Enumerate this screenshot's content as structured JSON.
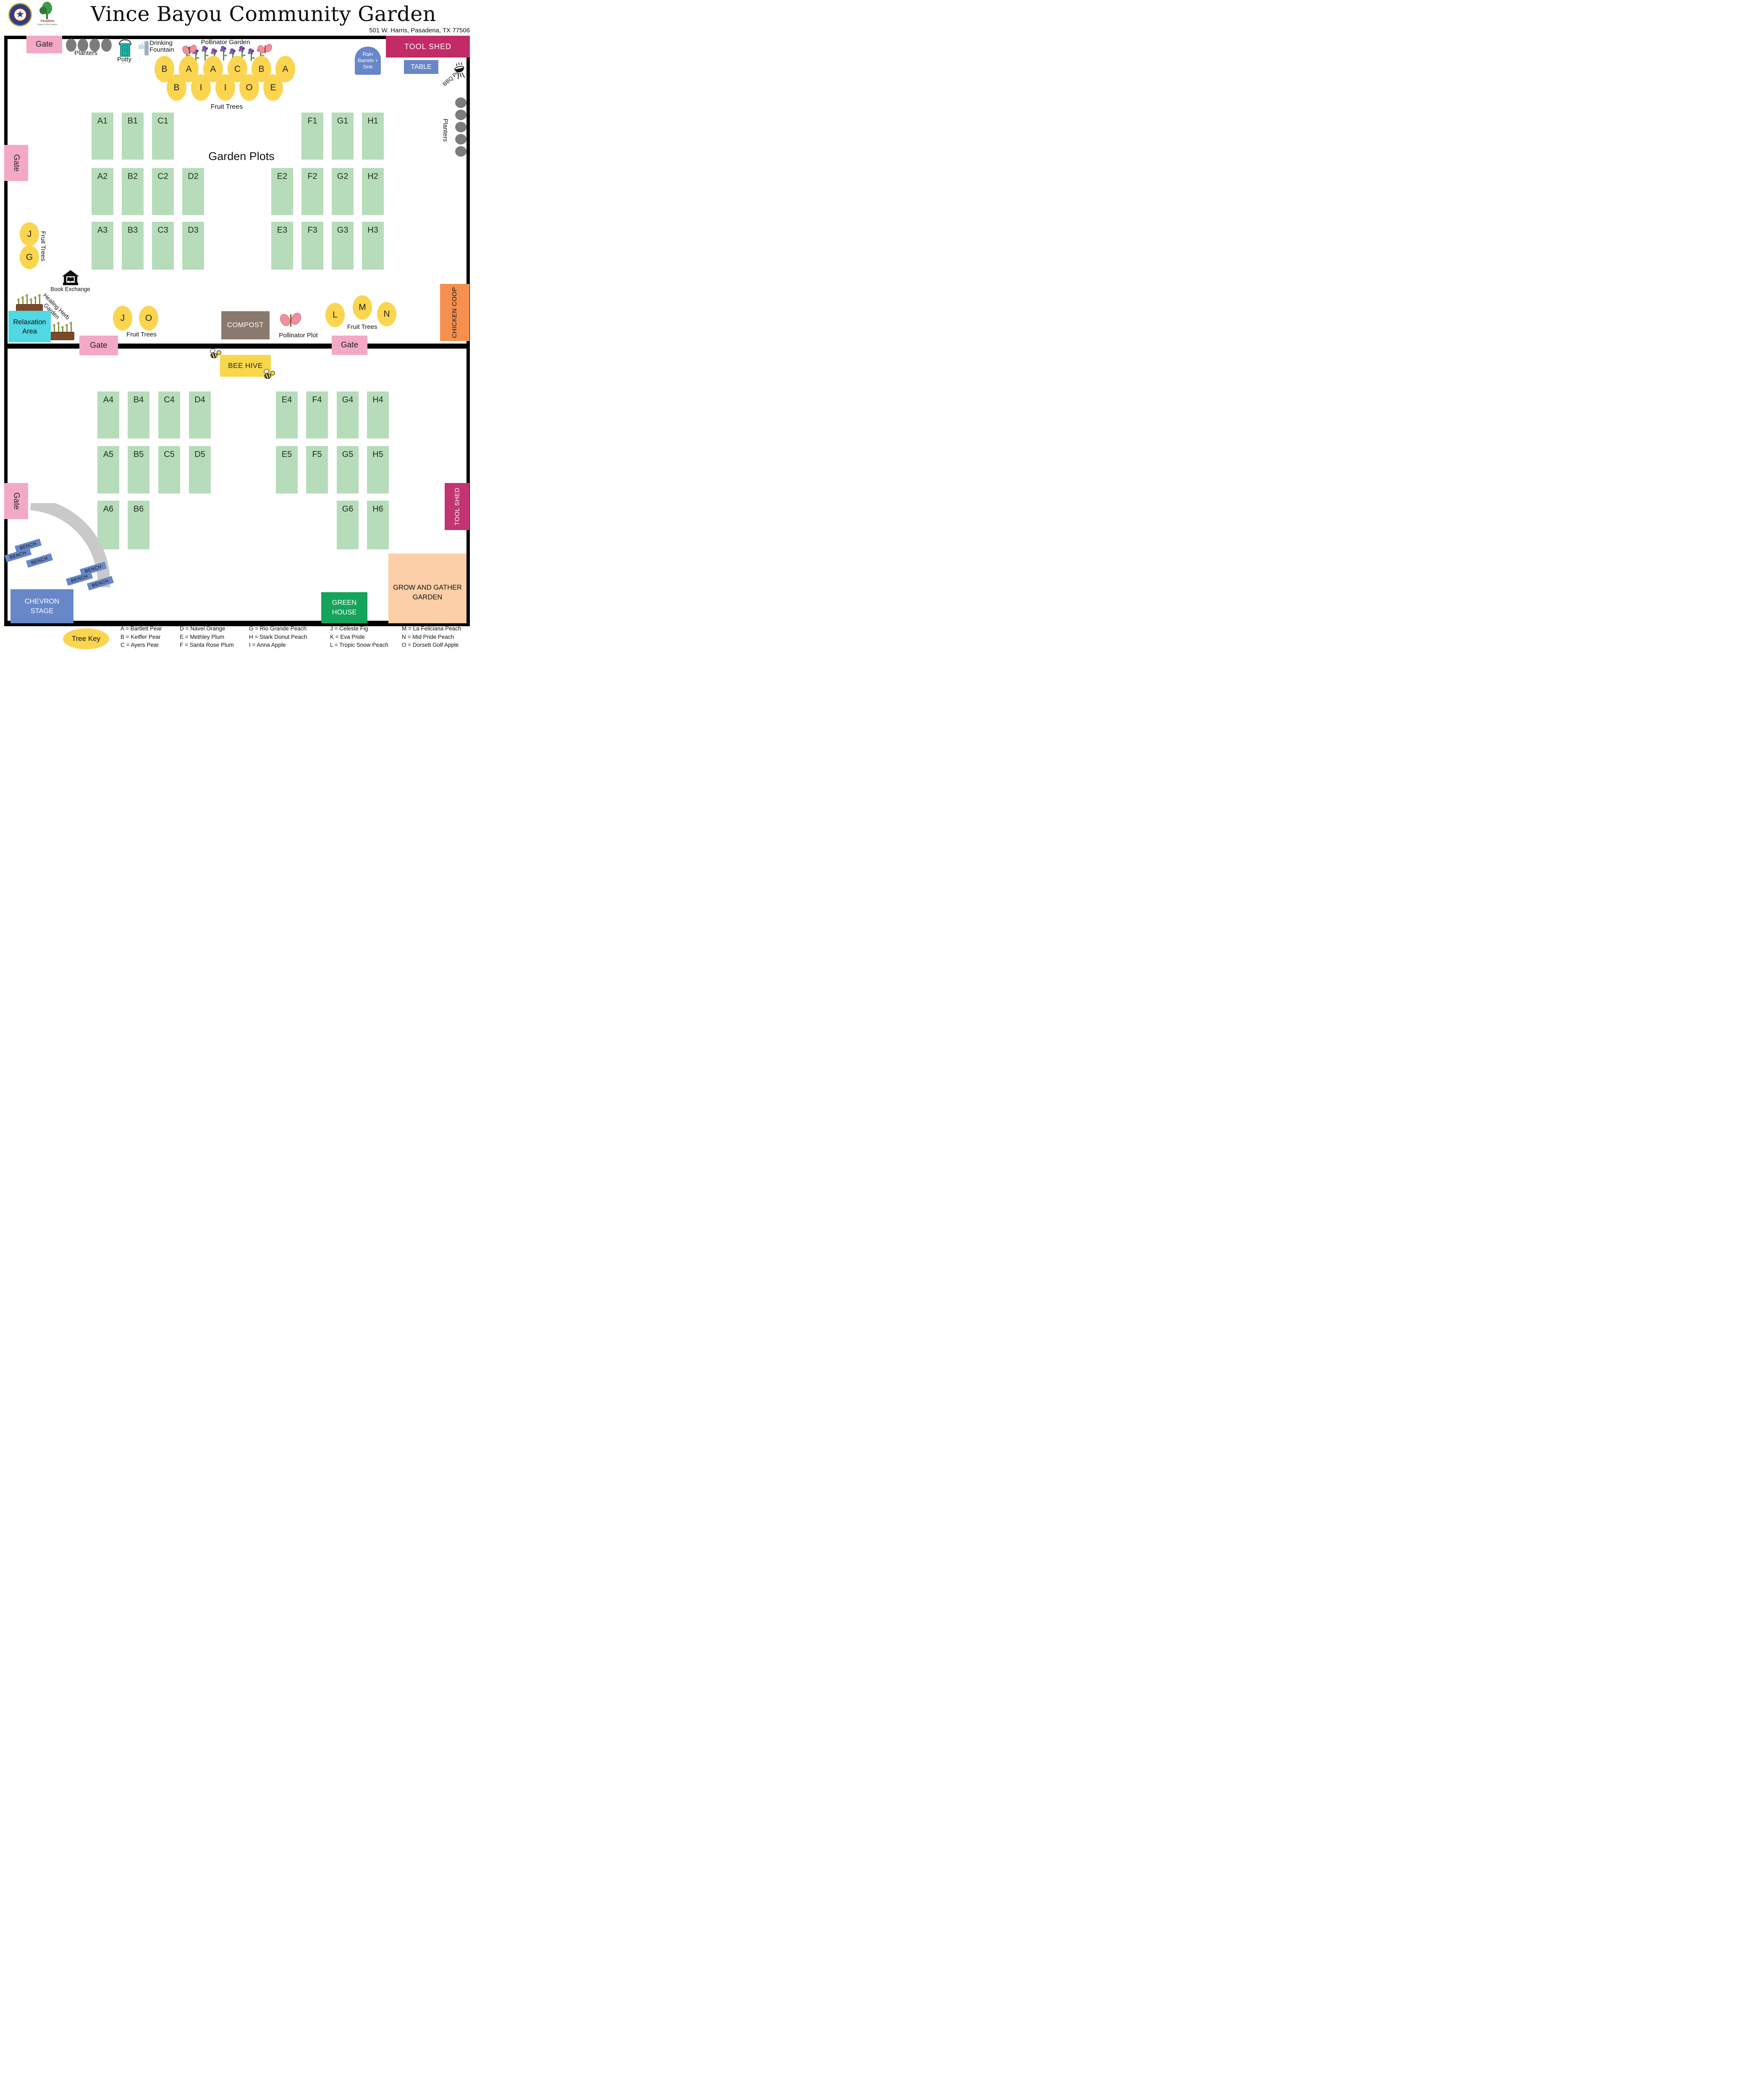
{
  "header": {
    "title": "Vince Bayou Community Garden",
    "address": "501 W. Harris, Pasadena, TX 77506",
    "parks_logo_line1": "Pasadena",
    "parks_logo_line2": "Parks & Recreation"
  },
  "labels": {
    "gate": "Gate",
    "planters": "Planters",
    "potty": "Potty",
    "drinking_fountain": "Drinking Fountain",
    "pollinator_garden": "Pollinator Garden",
    "rain_barrels": "Rain Barrels + Sink",
    "tool_shed": "TOOL SHED",
    "table": "TABLE",
    "bbq_pit": "BBQ Pit",
    "fruit_trees": "Fruit Trees",
    "garden_plots": "Garden Plots",
    "book_exchange": "Book Exchange",
    "healing_herb_garden": "Healing Herb Garden",
    "relaxation_area": "Relaxation Area",
    "compost": "COMPOST",
    "pollinator_plot": "Pollinator Plot",
    "chicken_coop": "CHICKEN COOP",
    "bee_hive": "BEE HIVE",
    "bench": "BENCH",
    "chevron_stage": "CHEVRON STAGE",
    "green_house": "GREEN HOUSE",
    "grow_and_gather": "GROW AND GATHER GARDEN",
    "tree_key": "Tree Key"
  },
  "fruit_trees": {
    "north_row_outer": [
      "B",
      "A",
      "A",
      "C",
      "B",
      "A"
    ],
    "north_row_inner": [
      "B",
      "I",
      "I",
      "O",
      "E"
    ],
    "west_pair": [
      "J",
      "G"
    ],
    "central_pair": [
      "J",
      "O"
    ],
    "east_trio": [
      "L",
      "M",
      "N"
    ]
  },
  "plots": {
    "upper": [
      "A1",
      "B1",
      "C1",
      "F1",
      "G1",
      "H1",
      "A2",
      "B2",
      "C2",
      "D2",
      "E2",
      "F2",
      "G2",
      "H2",
      "A3",
      "B3",
      "C3",
      "D3",
      "E3",
      "F3",
      "G3",
      "H3"
    ],
    "lower": [
      "A4",
      "B4",
      "C4",
      "D4",
      "E4",
      "F4",
      "G4",
      "H4",
      "A5",
      "B5",
      "C5",
      "D5",
      "E5",
      "F5",
      "G5",
      "H5",
      "A6",
      "B6",
      "G6",
      "H6"
    ]
  },
  "planters": {
    "top_count": 4,
    "right_count": 5
  },
  "benches": {
    "count": 6
  },
  "legend": {
    "columns": [
      [
        "A = Bartlett Pear",
        "B = Keiffer Pear",
        "C = Ayers Pear"
      ],
      [
        "D = Navel Orange",
        "E = Methley Plum",
        "F = Santa Rose Plum"
      ],
      [
        "G = Rio Grande Peach",
        "H = Stark Donut Peach",
        "I = Anna Apple"
      ],
      [
        "J = Celeste Fig",
        "K = Eva Pride",
        "L = Tropic Snow Peach"
      ],
      [
        "M = La Feliciana Peach",
        "N = Mid Pride Peach",
        "O = Dorsett Golf Apple"
      ]
    ]
  },
  "colors": {
    "gate_pink": "#f3a9c6",
    "tree_yellow": "#fbd54f",
    "plot_green": "#b7dcba",
    "shed_magenta": "#c22b67",
    "feature_blue": "#6787c8",
    "relaxation_cyan": "#50d8e3",
    "compost_taupe": "#8a796d",
    "coop_orange": "#f6904e",
    "hive_yellow": "#f8d74b",
    "garden_peach": "#fccfa9",
    "greenhouse_green": "#15a45b",
    "path_gray": "#c9c9c9",
    "planter_gray": "#7c7c7c"
  }
}
